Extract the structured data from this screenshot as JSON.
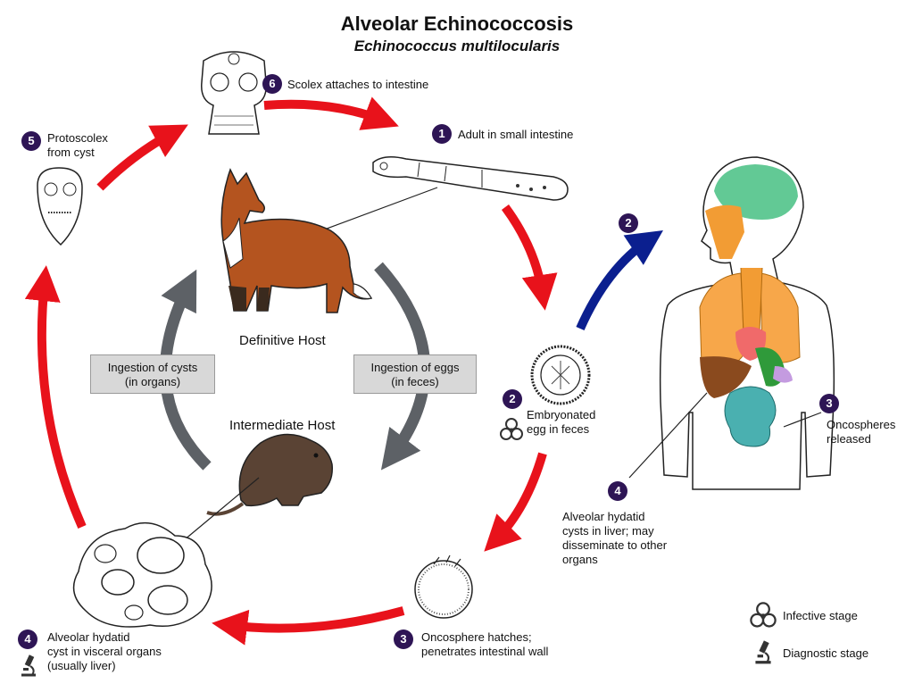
{
  "title": "Alveolar Echinococcosis",
  "subtitle": "Echinococcus multilocularis",
  "colors": {
    "cycle_arrow": "#e8121b",
    "human_arrow": "#0b1f8f",
    "host_arrow": "#5d6166",
    "badge": "#2e1555",
    "label_box": "#d8d8d8"
  },
  "stages": {
    "s6": {
      "number": "6",
      "label": "Scolex attaches to intestine"
    },
    "s1": {
      "number": "1",
      "label": "Adult in small intestine"
    },
    "s5": {
      "number": "5",
      "label": "Protoscolex\nfrom cyst"
    },
    "s2": {
      "number": "2",
      "label": "Embryonated\negg in feces",
      "icon": "biohazard-icon"
    },
    "s3": {
      "number": "3",
      "label": "Oncosphere hatches;\npenetrates intestinal wall"
    },
    "s4": {
      "number": "4",
      "label": "Alveolar hydatid\ncyst in visceral organs\n(usually liver)",
      "icon": "microscope-icon"
    },
    "human2": {
      "number": "2"
    },
    "human3": {
      "number": "3",
      "label": "Oncospheres\nreleased"
    },
    "human4": {
      "number": "4",
      "label": "Alveolar hydatid\ncysts in liver; may\ndisseminate to other\norgans"
    }
  },
  "hosts": {
    "definitive": "Definitive Host",
    "intermediate": "Intermediate Host"
  },
  "boxes": {
    "cysts": "Ingestion of cysts\n(in organs)",
    "eggs": "Ingestion of eggs\n(in feces)"
  },
  "legend": {
    "infective": {
      "icon": "biohazard-icon",
      "label": "Infective stage"
    },
    "diagnostic": {
      "icon": "microscope-icon",
      "label": "Diagnostic stage"
    }
  }
}
